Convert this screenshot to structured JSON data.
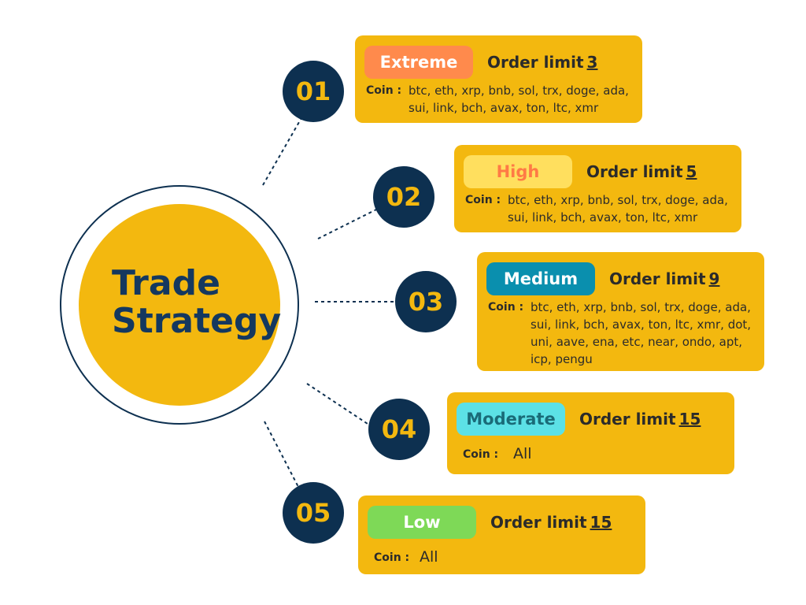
{
  "hub": {
    "title_line1": "Trade",
    "title_line2": "Strategy"
  },
  "colors": {
    "card": "#f3b80f",
    "navy": "#0d3050",
    "hub_text": "#14385f"
  },
  "steps": [
    {
      "number": "01",
      "level": "Extreme",
      "pill_bg": "#ff8a4c",
      "pill_fg": "#ffffff",
      "order_limit_label": "Order limit",
      "order_limit_value": "3",
      "coin_label": "Coin :",
      "coins": "btc, eth, xrp, bnb, sol, trx, doge, ada, sui, link, bch, avax, ton, ltc, xmr"
    },
    {
      "number": "02",
      "level": "High",
      "pill_bg": "#ffdf5e",
      "pill_fg": "#ff7a45",
      "order_limit_label": "Order limit",
      "order_limit_value": "5",
      "coin_label": "Coin :",
      "coins": "btc, eth, xrp, bnb, sol, trx, doge, ada, sui, link, bch, avax, ton, ltc, xmr"
    },
    {
      "number": "03",
      "level": "Medium",
      "pill_bg": "#0a8fae",
      "pill_fg": "#ffffff",
      "order_limit_label": "Order limit",
      "order_limit_value": "9",
      "coin_label": "Coin :",
      "coins": "btc, eth, xrp, bnb, sol, trx, doge, ada, sui, link, bch, avax, ton, ltc, xmr, dot, uni, aave, ena, etc, near, ondo, apt, icp, pengu"
    },
    {
      "number": "04",
      "level": "Moderate",
      "pill_bg": "#5ce1e6",
      "pill_fg": "#1a6b78",
      "order_limit_label": "Order limit",
      "order_limit_value": "15",
      "coin_label": "Coin :",
      "coins": "All"
    },
    {
      "number": "05",
      "level": "Low",
      "pill_bg": "#7ed957",
      "pill_fg": "#ffffff",
      "order_limit_label": "Order limit",
      "order_limit_value": "15",
      "coin_label": "Coin :",
      "coins": "All"
    }
  ]
}
